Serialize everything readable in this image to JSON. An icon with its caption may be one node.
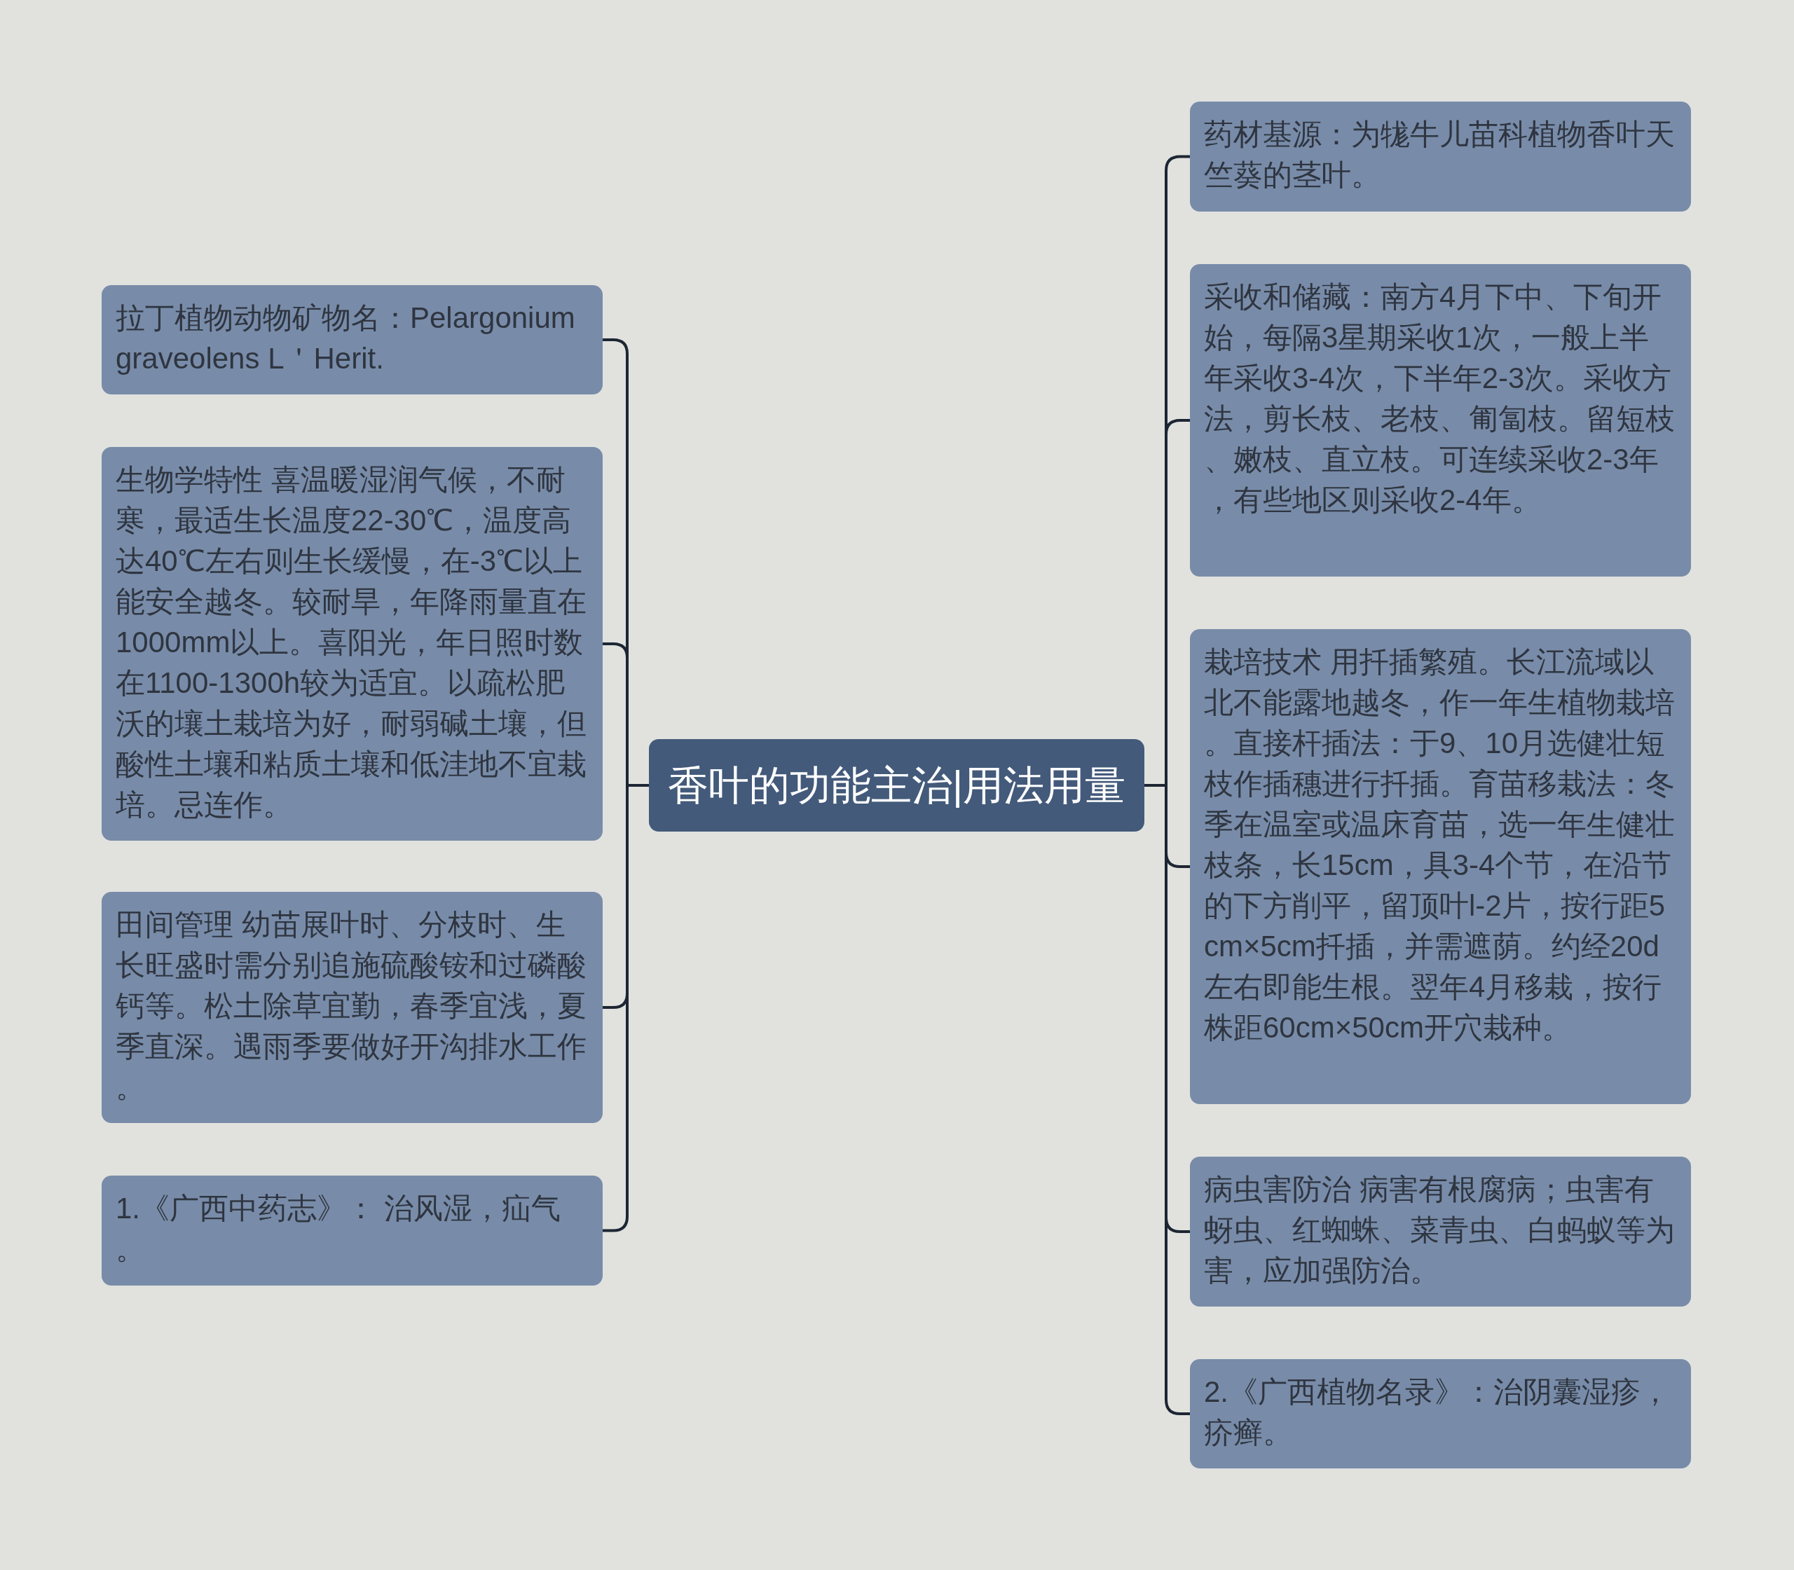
{
  "diagram": {
    "nodes": [
      {
        "text": [
          "香叶的功能主治|用法用量"
        ]
      },
      {
        "text": [
          "拉丁植物动物矿物名：Pelargonium graveolens L＇Herit."
        ]
      },
      {
        "text": [
          "生物学特性 喜温暖湿润气候，不耐寒，最适生长温度22-30℃，温度高达40℃左右则生长缓慢，在-3℃以上能安全越冬。较耐旱，年降雨量直在1000mm以上。喜阳光，年日照时数在1100-1300h较为适宜。以疏松肥沃的壤土栽培为好，耐弱碱土壤，但酸性土壤和粘质土壤和低洼地不宜栽培。忌连作。"
        ]
      },
      {
        "text": [
          "田间管理 幼苗展叶时、分枝时、生长旺盛时需分别追施硫酸铵和过磷酸钙等。松土除草宜勤，春季宜浅，夏季直深。遇雨季要做好开沟排水工作。"
        ]
      },
      {
        "text": [
          "1.《广西中药志》： 治风湿，疝气。"
        ]
      },
      {
        "text": [
          "药材基源：为牻牛儿苗科植物香叶天竺葵的茎叶。"
        ]
      },
      {
        "text": [
          "采收和储藏：南方4月下中、下旬开始，每隔3星期采收1次，一般上半年采收3-4次，下半年2-3次。采收方法，剪长枝、老枝、匍匐枝。留短枝、嫩枝、直立枝。可连续采收2-3年，有些地区则采收2-4年。"
        ]
      },
      {
        "text": [
          "栽培技术 用扦插繁殖。长江流域以北不能露地越冬，作一年生植物栽培。直接杆插法：于9、10月选健壮短枝作插穗进行扦插。育苗移栽法：冬季在温室或温床育苗，选一年生健壮枝条，长15cm，具3-4个节，在沿节的下方削平，留顶叶l-2片，按行距5cm×5cm扦插，并需遮荫。约经20d左右即能生根。翌年4月移栽，按行株距60cm×50cm开穴栽种。"
        ]
      },
      {
        "text": [
          "病虫害防治 病害有根腐病；虫害有蚜虫、红蜘蛛、菜青虫、白蚂蚁等为害，应加强防治。"
        ]
      },
      {
        "text": [
          "2.《广西植物名录》：治阴囊湿疹，疥癣。"
        ]
      }
    ],
    "edges": [
      {
        "from": 0,
        "to": 1,
        "arrow": "none"
      },
      {
        "from": 0,
        "to": 2,
        "arrow": "none"
      },
      {
        "from": 0,
        "to": 3,
        "arrow": "none"
      },
      {
        "from": 0,
        "to": 4,
        "arrow": "none"
      },
      {
        "from": 0,
        "to": 5,
        "arrow": "none"
      },
      {
        "from": 0,
        "to": 6,
        "arrow": "none"
      },
      {
        "from": 0,
        "to": 7,
        "arrow": "none"
      },
      {
        "from": 0,
        "to": 8,
        "arrow": "none"
      },
      {
        "from": 0,
        "to": 9,
        "arrow": "none"
      }
    ]
  }
}
